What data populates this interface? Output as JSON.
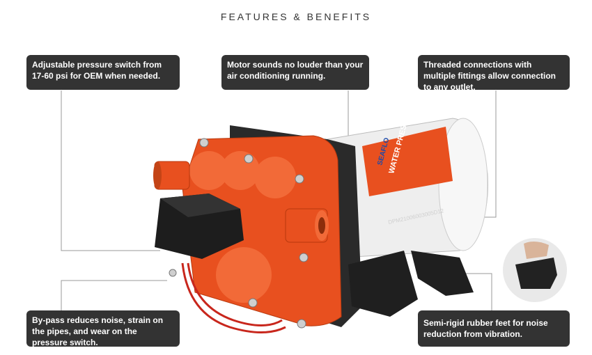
{
  "header": {
    "title": "FEATURES & BENEFITS"
  },
  "callouts": {
    "pressure_switch": "Adjustable pressure switch from 17-60 psi for OEM when needed.",
    "motor_sound": "Motor sounds no louder than your air conditioning running.",
    "threaded": "Threaded connections with multiple fittings allow connection to any outlet.",
    "bypass": "By-pass reduces noise, strain on the pipes, and wear on the pressure switch.",
    "feet": "Semi-rigid rubber feet for noise reduction from vibration."
  },
  "product": {
    "label_text": "WATER PRESSURE",
    "brand_text": "SEAFLO",
    "serial_text": "DPM21006003005D12",
    "icon": "water-pump-image",
    "accent_color": "#e8501f"
  }
}
